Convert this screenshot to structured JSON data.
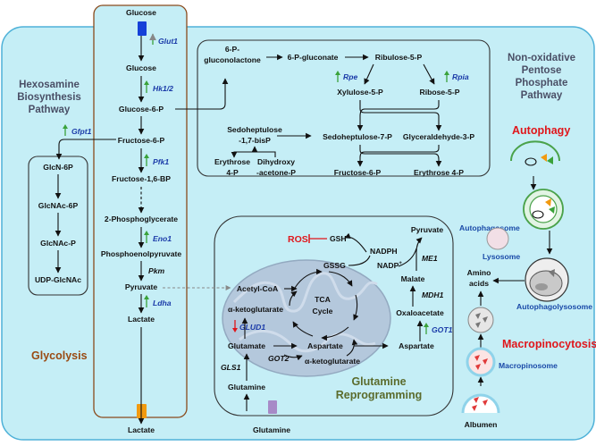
{
  "colors": {
    "cell": "#c5eef6",
    "cell_border": "#4eb1d8",
    "mito": "#b4c8dc",
    "gene_text": "#1a3aa8",
    "up_arrow": "#3aa23a",
    "down_arrow": "#e0161b",
    "glycolysis_label": "#9a4a12",
    "glutamine_label": "#5b6b2c"
  },
  "sections": {
    "hexosamine": [
      "Hexosamine",
      "Biosynthesis",
      "Pathway"
    ],
    "ppp": [
      "Non-oxidative",
      "Pentose",
      "Phosphate",
      "Pathway"
    ],
    "glycolysis": "Glycolysis",
    "glutamine": [
      "Glutamine",
      "Reprogramming"
    ],
    "autophagy": "Autophagy",
    "macropinocytosis": "Macropinocytosis"
  },
  "glycolysis": {
    "glucose_top": "Glucose",
    "glucose": "Glucose",
    "g6p": "Glucose-6-P",
    "f6p": "Fructose-6-P",
    "f16bp": "Fructose-1,6-BP",
    "pg2": "2-Phosphoglycerate",
    "pep": "Phosphoenolpyruvate",
    "pyruvate": "Pyruvate",
    "lactate": "Lactate",
    "lactate_out": "Lactate"
  },
  "genes": {
    "glut1": "Glut1",
    "hk12": "Hk1/2",
    "pfk1": "Pfk1",
    "eno1": "Eno1",
    "pkm": "Pkm",
    "ldha": "Ldha",
    "gfpt1": "Gfpt1",
    "rpe": "Rpe",
    "rpia": "Rpia",
    "glud1": "GLUD1",
    "got1": "GOT1",
    "gls1": "GLS1",
    "got2": "GOT2",
    "me1": "ME1",
    "mdh1": "MDH1"
  },
  "hexosamine_items": [
    "GlcN-6P",
    "GlcNAc-6P",
    "GlcNAc-P",
    "UDP-GlcNAc"
  ],
  "ppp": {
    "lactone": [
      "6-P-",
      "gluconolactone"
    ],
    "gluconate": "6-P-gluconate",
    "ribulose": "Ribulose-5-P",
    "xylulose": "Xylulose-5-P",
    "ribose": "Ribose-5-P",
    "sedo_bisp": [
      "Sedoheptulose",
      "-1,7-bisP"
    ],
    "sedo7p": "Sedoheptulose-7-P",
    "g3p": "Glyceraldehyde-3-P",
    "erythrose": [
      "Erythrose",
      "4-P"
    ],
    "dhap": [
      "Dihydroxy",
      "-acetone-P"
    ],
    "f6p": "Fructose-6-P",
    "e4p": "Erythrose 4-P"
  },
  "glutamine": {
    "ros": "ROS",
    "gsh": "GSH",
    "gssg": "GSSG",
    "nadph": "NADPH",
    "nadp": "NADP",
    "nadp_sup": "+",
    "pyruvate": "Pyruvate",
    "malate": "Malate",
    "oxaloacetate": "Oxaloacetate",
    "aspartate_out": "Aspartate",
    "acetyl_coa": "Acetyl-CoA",
    "akg1": "α-ketoglutarate",
    "tca": [
      "TCA",
      "Cycle"
    ],
    "glutamate": "Glutamate",
    "aspartate_in": "Aspartate",
    "akg2": "α-ketoglutarate",
    "glutamine_in": "Glutamine",
    "glutamine_out": "Glutamine"
  },
  "autophagy_labels": {
    "autophagosome": "Autophagosome",
    "lysosome": "Lysosome",
    "autolysosome": "Autophagolysosome",
    "amino_acids": [
      "Amino",
      "acids"
    ],
    "macropinosome": "Macropinosome",
    "albumen": "Albumen"
  }
}
